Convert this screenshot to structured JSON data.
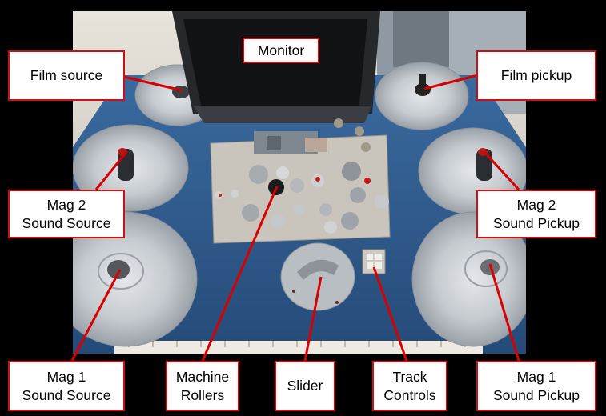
{
  "colors": {
    "label_border": "#d01010",
    "leader_line": "#d80000",
    "tabletop": "#2f5a8d",
    "reel": "#c3c8cd",
    "panel": "#c9c5bd"
  },
  "labels": {
    "monitor": "Monitor",
    "film_source": "Film source",
    "film_pickup": "Film pickup",
    "mag2_source": [
      "Mag 2",
      "Sound Source"
    ],
    "mag2_pickup": [
      "Mag 2",
      "Sound Pickup"
    ],
    "mag1_source": [
      "Mag 1",
      "Sound Source"
    ],
    "machine_rollers": [
      "Machine",
      "Rollers"
    ],
    "slider": "Slider",
    "track_controls": [
      "Track",
      "Controls"
    ],
    "mag1_pickup": [
      "Mag 1",
      "Sound Pickup"
    ]
  }
}
